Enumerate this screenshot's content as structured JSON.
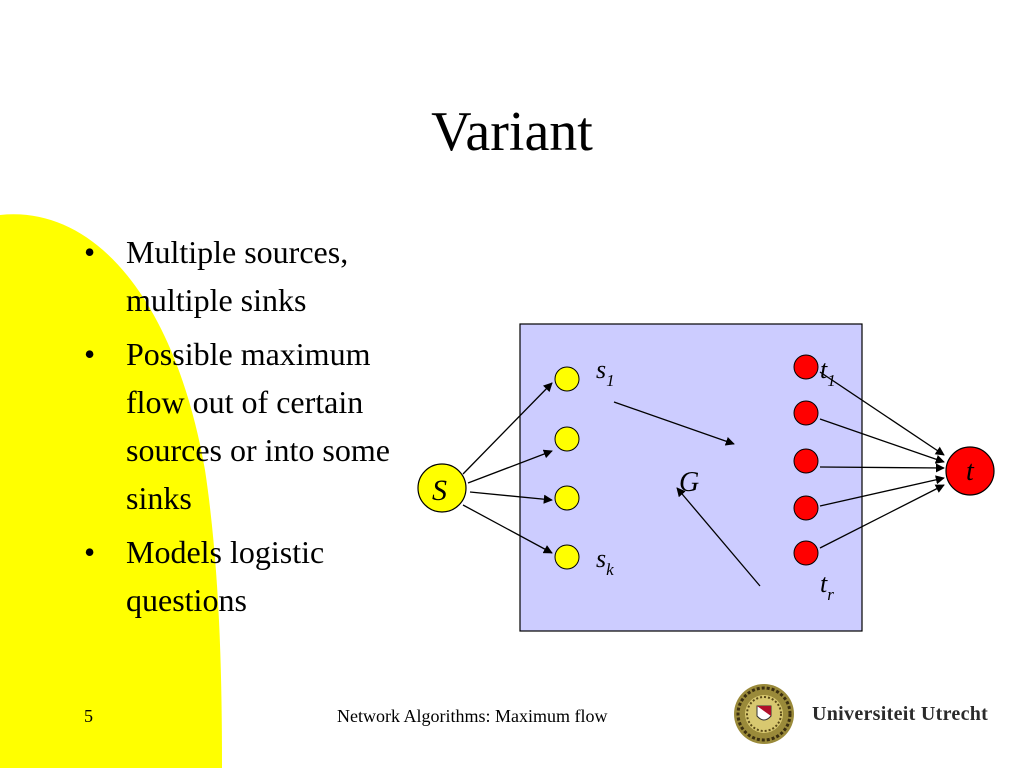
{
  "slide": {
    "title": "Variant",
    "bullets": [
      "Multiple sources, multiple sinks",
      "Possible maximum flow out of certain sources or into some sinks",
      "Models logistic questions"
    ],
    "bullet_glyph": "•"
  },
  "diagram": {
    "labels": {
      "super_source": "S",
      "super_sink": "t",
      "graph": "G",
      "s1_base": "s",
      "s1_sub": "1",
      "sk_base": "s",
      "sk_sub": "k",
      "t1_base": "t",
      "t1_sub": "1",
      "tr_base": "t",
      "tr_sub": "r"
    },
    "colors": {
      "box_fill": "#ccccff",
      "source_fill": "#ffff00",
      "sink_fill": "#ff0000",
      "accent_bg": "#ffff00"
    }
  },
  "footer": {
    "page_number": "5",
    "course_title": "Network Algorithms: Maximum flow",
    "university": "Universiteit Utrecht",
    "logo_icon": "utrecht-seal-icon"
  }
}
